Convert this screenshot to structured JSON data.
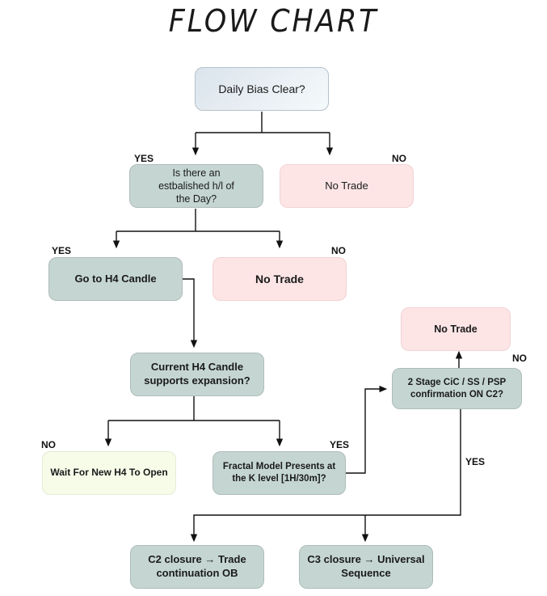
{
  "title": "FLOW CHART",
  "nodes": {
    "daily_bias": "Daily Bias Clear?",
    "no_trade_1": "No Trade",
    "established_hl": "Is there an\nestbalished  h/l of\nthe Day?",
    "no_trade_2": "No Trade",
    "go_h4": "Go to H4 Candle",
    "current_h4": "Current H4 Candle\nsupports expansion?",
    "wait_h4": "Wait For New H4 To Open",
    "fractal": "Fractal Model Presents at\nthe K level [1H/30m]?",
    "stage_confirm": "2 Stage CiC / SS / PSP\nconfirmation ON C2?",
    "no_trade_3": "No Trade",
    "c2_closure": "C2 closure → Trade\ncontinuation OB",
    "c3_closure": "C3 closure → Universal\nSequence"
  },
  "labels": {
    "yes_1": "YES",
    "no_1": "NO",
    "yes_2": "YES",
    "no_2": "NO",
    "no_3": "NO",
    "yes_3": "YES",
    "no_4": "NO",
    "yes_4": "YES"
  },
  "colors": {
    "teal": "#c5d6d2",
    "pink": "#fde5e6",
    "green": "#f7fce9",
    "line": "#111111"
  }
}
